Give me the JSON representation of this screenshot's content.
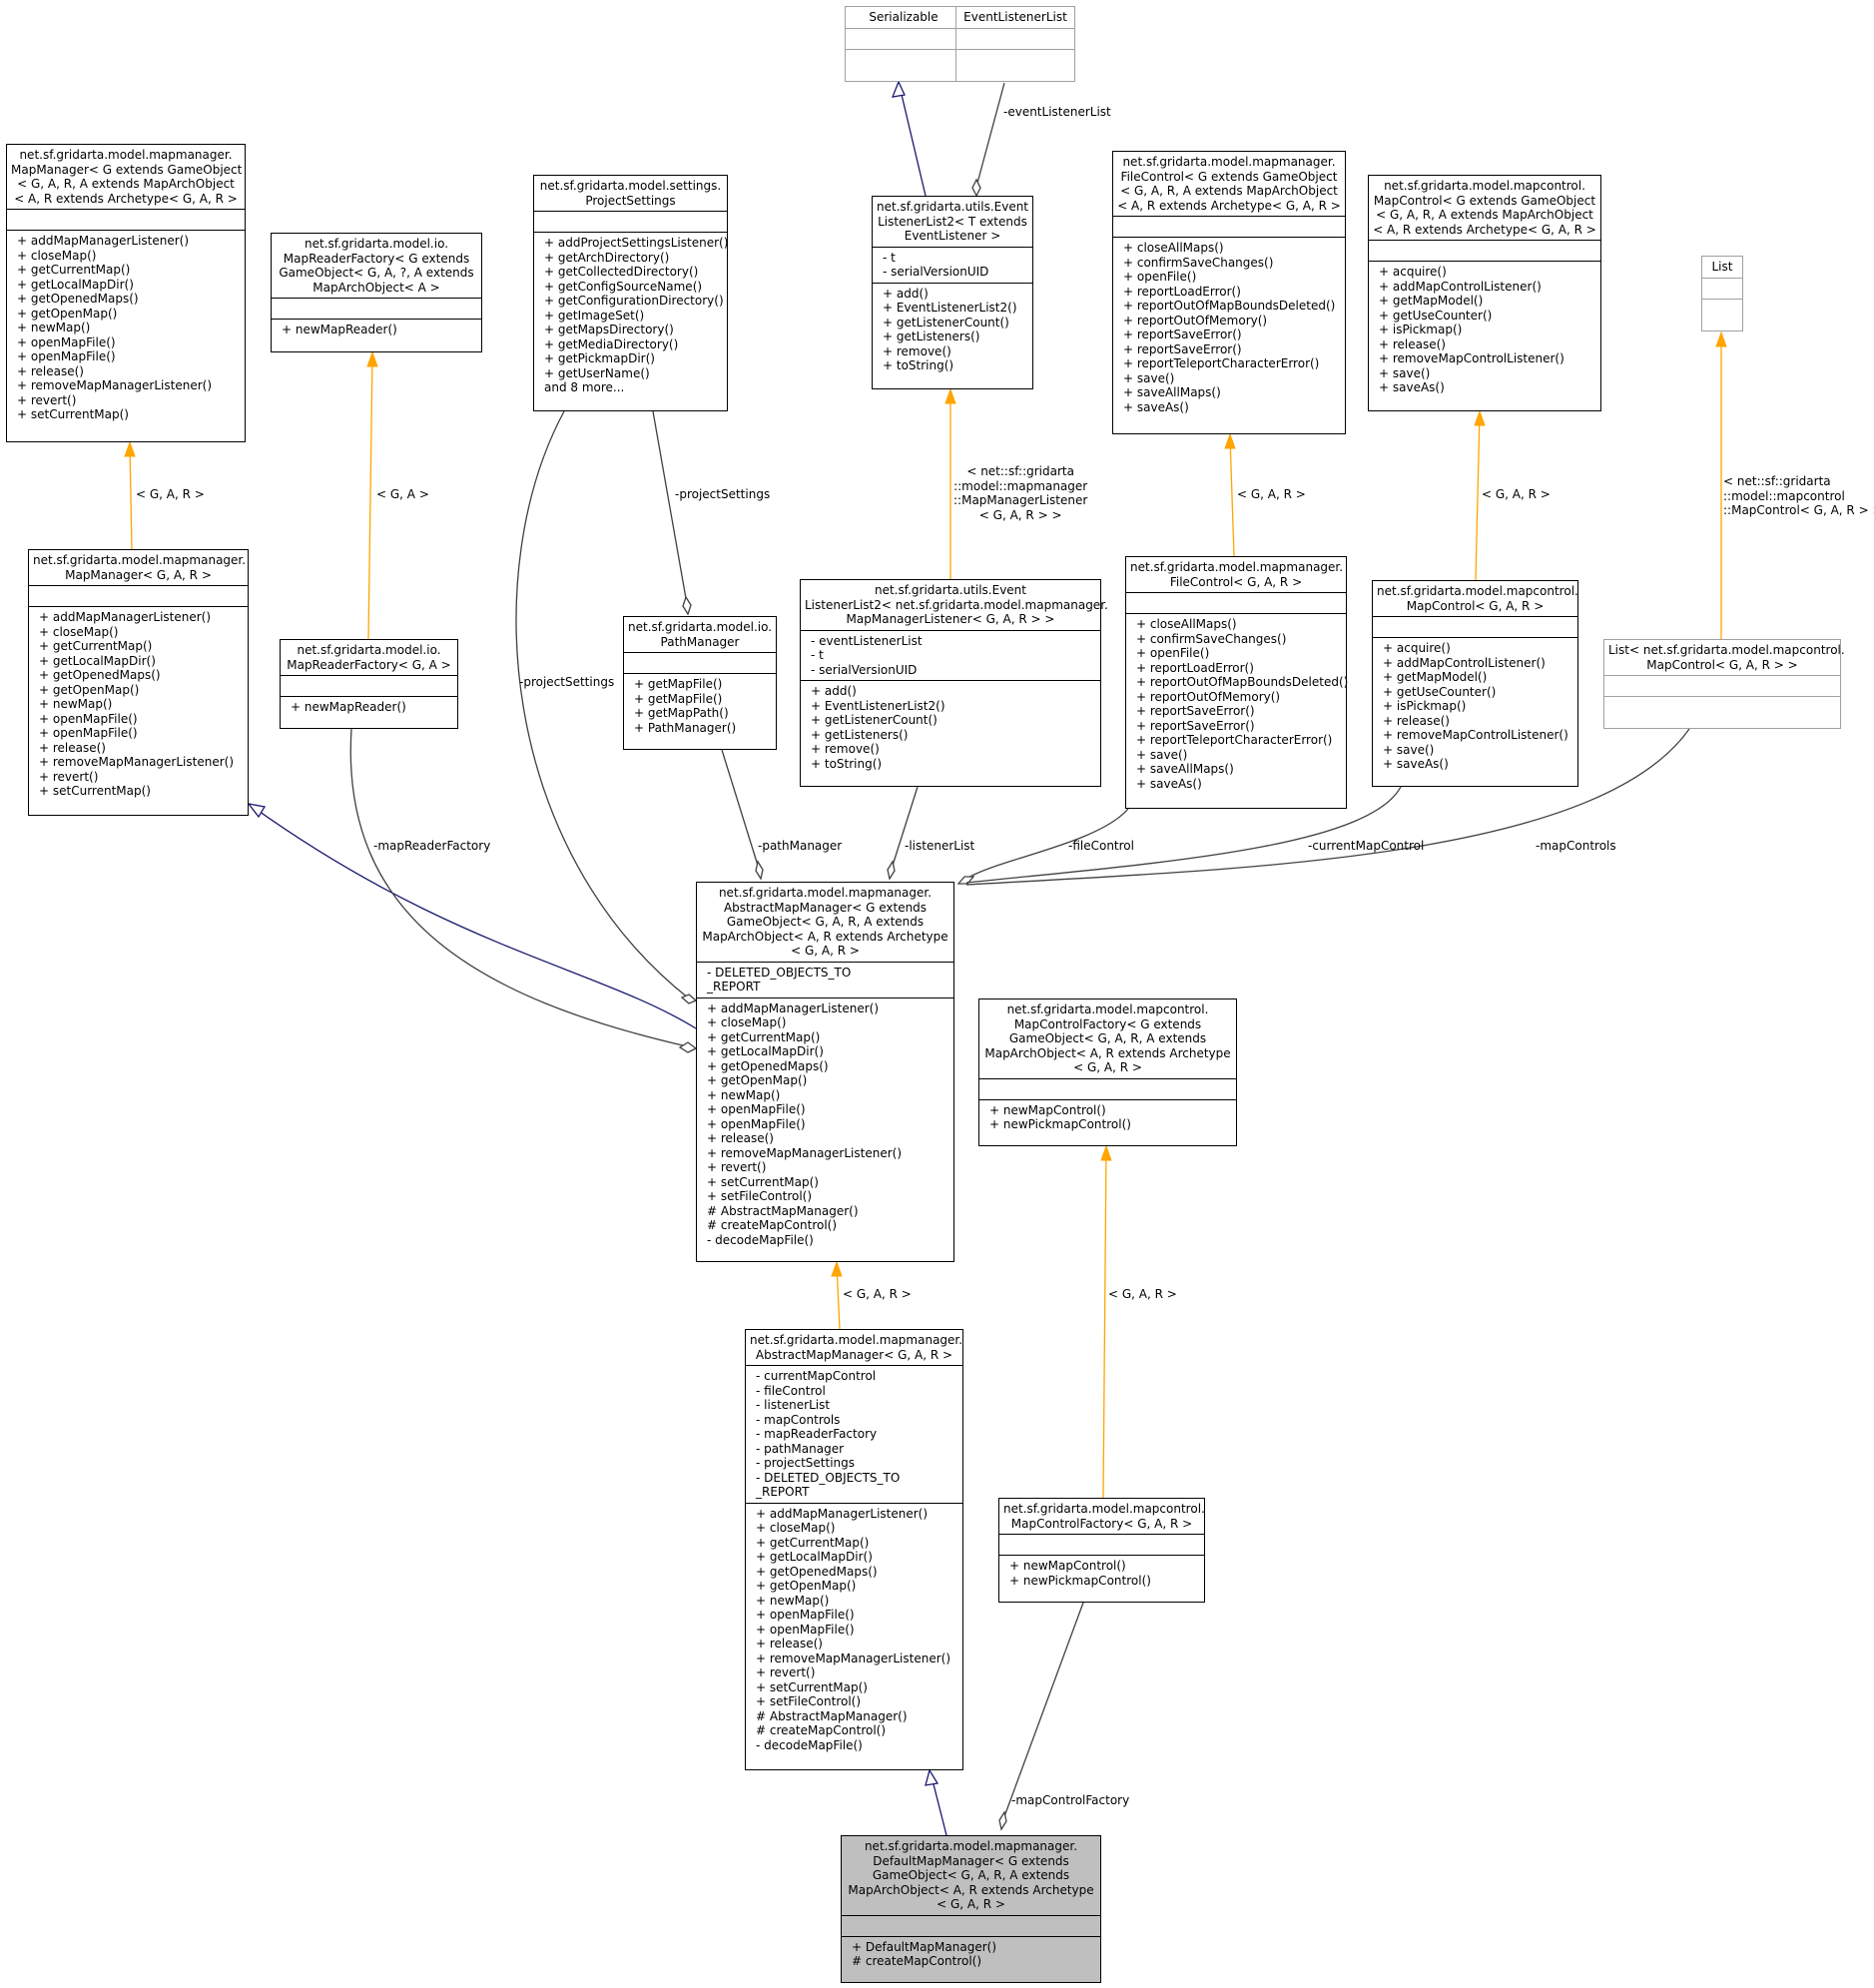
{
  "classes": {
    "serializable": {
      "title": [
        "Serializable"
      ],
      "attrs": [],
      "ops": []
    },
    "event_listener_list": {
      "title": [
        "EventListenerList"
      ],
      "attrs": [],
      "ops": []
    },
    "list": {
      "title": [
        "List"
      ],
      "attrs": [],
      "ops": []
    },
    "map_manager_generic": {
      "title": [
        "net.sf.gridarta.model.mapmanager.",
        "MapManager< G extends GameObject",
        "< G, A, R, A extends MapArchObject",
        "< A, R extends Archetype< G, A, R >"
      ],
      "attrs": [],
      "ops": [
        "+ addMapManagerListener()",
        "+ closeMap()",
        "+ getCurrentMap()",
        "+ getLocalMapDir()",
        "+ getOpenedMaps()",
        "+ getOpenMap()",
        "+ newMap()",
        "+ openMapFile()",
        "+ openMapFile()",
        "+ release()",
        "+ removeMapManagerListener()",
        "+ revert()",
        "+ setCurrentMap()"
      ]
    },
    "map_reader_factory_generic": {
      "title": [
        "net.sf.gridarta.model.io.",
        "MapReaderFactory< G extends",
        "GameObject< G, A, ?, A extends",
        "MapArchObject< A >"
      ],
      "attrs": [],
      "ops": [
        "+ newMapReader()"
      ]
    },
    "project_settings": {
      "title": [
        "net.sf.gridarta.model.settings.",
        "ProjectSettings"
      ],
      "attrs": [],
      "ops": [
        "+ addProjectSettingsListener()",
        "+ getArchDirectory()",
        "+ getCollectedDirectory()",
        "+ getConfigSourceName()",
        "+ getConfigurationDirectory()",
        "+ getImageSet()",
        "+ getMapsDirectory()",
        "+ getMediaDirectory()",
        "+ getPickmapDir()",
        "+ getUserName()",
        "and 8 more..."
      ]
    },
    "event_listener_list2_generic": {
      "title": [
        "net.sf.gridarta.utils.Event",
        "ListenerList2< T extends",
        "EventListener >"
      ],
      "attrs": [
        "- t",
        "- serialVersionUID"
      ],
      "ops": [
        "+ add()",
        "+ EventListenerList2()",
        "+ getListenerCount()",
        "+ getListeners()",
        "+ remove()",
        "+ toString()"
      ]
    },
    "file_control_generic": {
      "title": [
        "net.sf.gridarta.model.mapmanager.",
        "FileControl< G extends GameObject",
        "< G, A, R, A extends MapArchObject",
        "< A, R extends Archetype< G, A, R >"
      ],
      "attrs": [],
      "ops": [
        "+ closeAllMaps()",
        "+ confirmSaveChanges()",
        "+ openFile()",
        "+ reportLoadError()",
        "+ reportOutOfMapBoundsDeleted()",
        "+ reportOutOfMemory()",
        "+ reportSaveError()",
        "+ reportSaveError()",
        "+ reportTeleportCharacterError()",
        "+ save()",
        "+ saveAllMaps()",
        "+ saveAs()"
      ]
    },
    "map_control_generic": {
      "title": [
        "net.sf.gridarta.model.mapcontrol.",
        "MapControl< G extends GameObject",
        "< G, A, R, A extends MapArchObject",
        "< A, R extends Archetype< G, A, R >"
      ],
      "attrs": [],
      "ops": [
        "+ acquire()",
        "+ addMapControlListener()",
        "+ getMapModel()",
        "+ getUseCounter()",
        "+ isPickmap()",
        "+ release()",
        "+ removeMapControlListener()",
        "+ save()",
        "+ saveAs()"
      ]
    },
    "map_manager": {
      "title": [
        "net.sf.gridarta.model.mapmanager.",
        "MapManager< G, A, R >"
      ],
      "attrs": [],
      "ops": [
        "+ addMapManagerListener()",
        "+ closeMap()",
        "+ getCurrentMap()",
        "+ getLocalMapDir()",
        "+ getOpenedMaps()",
        "+ getOpenMap()",
        "+ newMap()",
        "+ openMapFile()",
        "+ openMapFile()",
        "+ release()",
        "+ removeMapManagerListener()",
        "+ revert()",
        "+ setCurrentMap()"
      ]
    },
    "map_reader_factory": {
      "title": [
        "net.sf.gridarta.model.io.",
        "MapReaderFactory< G, A >"
      ],
      "attrs": [],
      "ops": [
        "+ newMapReader()"
      ]
    },
    "path_manager": {
      "title": [
        "net.sf.gridarta.model.io.",
        "PathManager"
      ],
      "attrs": [],
      "ops": [
        "+ getMapFile()",
        "+ getMapFile()",
        "+ getMapPath()",
        "+ PathManager()"
      ]
    },
    "event_listener_list2": {
      "title": [
        "net.sf.gridarta.utils.Event",
        "ListenerList2< net.sf.gridarta.model.mapmanager.",
        "MapManagerListener< G, A, R > >"
      ],
      "attrs": [
        "- eventListenerList",
        "- t",
        "- serialVersionUID"
      ],
      "ops": [
        "+ add()",
        "+ EventListenerList2()",
        "+ getListenerCount()",
        "+ getListeners()",
        "+ remove()",
        "+ toString()"
      ]
    },
    "file_control": {
      "title": [
        "net.sf.gridarta.model.mapmanager.",
        "FileControl< G, A, R >"
      ],
      "attrs": [],
      "ops": [
        "+ closeAllMaps()",
        "+ confirmSaveChanges()",
        "+ openFile()",
        "+ reportLoadError()",
        "+ reportOutOfMapBoundsDeleted()",
        "+ reportOutOfMemory()",
        "+ reportSaveError()",
        "+ reportSaveError()",
        "+ reportTeleportCharacterError()",
        "+ save()",
        "+ saveAllMaps()",
        "+ saveAs()"
      ]
    },
    "map_control": {
      "title": [
        "net.sf.gridarta.model.mapcontrol.",
        "MapControl< G, A, R >"
      ],
      "attrs": [],
      "ops": [
        "+ acquire()",
        "+ addMapControlListener()",
        "+ getMapModel()",
        "+ getUseCounter()",
        "+ isPickmap()",
        "+ release()",
        "+ removeMapControlListener()",
        "+ save()",
        "+ saveAs()"
      ]
    },
    "list_map_control": {
      "title": [
        "List< net.sf.gridarta.model.mapcontrol.",
        "MapControl< G, A, R > >"
      ],
      "attrs": [],
      "ops": []
    },
    "abstract_map_manager_generic": {
      "title": [
        "net.sf.gridarta.model.mapmanager.",
        "AbstractMapManager< G extends",
        "GameObject< G, A, R, A extends",
        "MapArchObject< A, R extends Archetype",
        "< G, A, R >"
      ],
      "attrs": [
        "- DELETED_OBJECTS_TO",
        "_REPORT"
      ],
      "ops": [
        "+ addMapManagerListener()",
        "+ closeMap()",
        "+ getCurrentMap()",
        "+ getLocalMapDir()",
        "+ getOpenedMaps()",
        "+ getOpenMap()",
        "+ newMap()",
        "+ openMapFile()",
        "+ openMapFile()",
        "+ release()",
        "+ removeMapManagerListener()",
        "+ revert()",
        "+ setCurrentMap()",
        "+ setFileControl()",
        "# AbstractMapManager()",
        "# createMapControl()",
        "- decodeMapFile()"
      ]
    },
    "map_control_factory_generic": {
      "title": [
        "net.sf.gridarta.model.mapcontrol.",
        "MapControlFactory< G extends",
        "GameObject< G, A, R, A extends",
        "MapArchObject< A, R extends Archetype",
        "< G, A, R >"
      ],
      "attrs": [],
      "ops": [
        "+ newMapControl()",
        "+ newPickmapControl()"
      ]
    },
    "abstract_map_manager": {
      "title": [
        "net.sf.gridarta.model.mapmanager.",
        "AbstractMapManager< G, A, R >"
      ],
      "attrs": [
        "- currentMapControl",
        "- fileControl",
        "- listenerList",
        "- mapControls",
        "- mapReaderFactory",
        "- pathManager",
        "- projectSettings",
        "- DELETED_OBJECTS_TO",
        "_REPORT"
      ],
      "ops": [
        "+ addMapManagerListener()",
        "+ closeMap()",
        "+ getCurrentMap()",
        "+ getLocalMapDir()",
        "+ getOpenedMaps()",
        "+ getOpenMap()",
        "+ newMap()",
        "+ openMapFile()",
        "+ openMapFile()",
        "+ release()",
        "+ removeMapManagerListener()",
        "+ revert()",
        "+ setCurrentMap()",
        "+ setFileControl()",
        "# AbstractMapManager()",
        "# createMapControl()",
        "- decodeMapFile()"
      ]
    },
    "map_control_factory": {
      "title": [
        "net.sf.gridarta.model.mapcontrol.",
        "MapControlFactory< G, A, R >"
      ],
      "attrs": [],
      "ops": [
        "+ newMapControl()",
        "+ newPickmapControl()"
      ]
    },
    "default_map_manager": {
      "title": [
        "net.sf.gridarta.model.mapmanager.",
        "DefaultMapManager< G extends",
        "GameObject< G, A, R, A extends",
        "MapArchObject< A, R extends Archetype",
        "< G, A, R >"
      ],
      "attrs": [],
      "ops": [
        "+ DefaultMapManager()",
        "# createMapControl()"
      ]
    }
  },
  "edge_labels": {
    "event_listener_list": "-eventListenerList",
    "map_manager_bind": "< G, A, R >",
    "map_reader_factory_bind": "< G, A >",
    "project_settings_path": "-projectSettings",
    "project_settings_amm": "-projectSettings",
    "listener_bind": "< net::sf::gridarta\n::model::mapmanager\n::MapManagerListener\n< G, A, R > >",
    "file_control_bind": "< G, A, R >",
    "map_control_bind": "< G, A, R >",
    "list_bind": "< net::sf::gridarta\n::model::mapcontrol\n::MapControl< G, A, R > >",
    "map_reader_factory": "-mapReaderFactory",
    "path_manager": "-pathManager",
    "listener_list": "-listenerList",
    "file_control": "-fileControl",
    "current_map_control": "-currentMapControl",
    "map_controls": "-mapControls",
    "amm_bind": "< G, A, R >",
    "mcf_bind": "< G, A, R >",
    "map_control_factory": "-mapControlFactory"
  },
  "colors": {
    "inheritance": "#191970",
    "template_binding": "#ffa500",
    "association": "#404040",
    "focus_fill": "#bfbfbf",
    "external_border": "#a0a0a0"
  }
}
